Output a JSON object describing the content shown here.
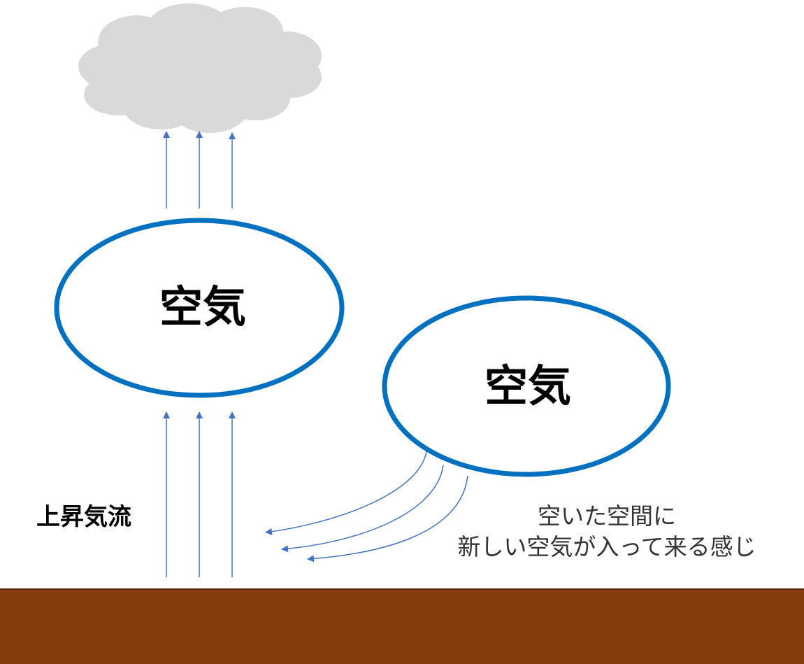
{
  "colors": {
    "cloud": "#d9d9d9",
    "ellipse_stroke": "#0070c0",
    "arrow": "#4472c4",
    "ground": "#843c0c"
  },
  "bubbles": {
    "left_label": "空気",
    "right_label": "空気"
  },
  "updraft_label": "上昇気流",
  "note": {
    "line1": "空いた空間に",
    "line2": "新しい空気が入って来る感じ"
  },
  "icons": {
    "cloud": "cloud-icon"
  }
}
